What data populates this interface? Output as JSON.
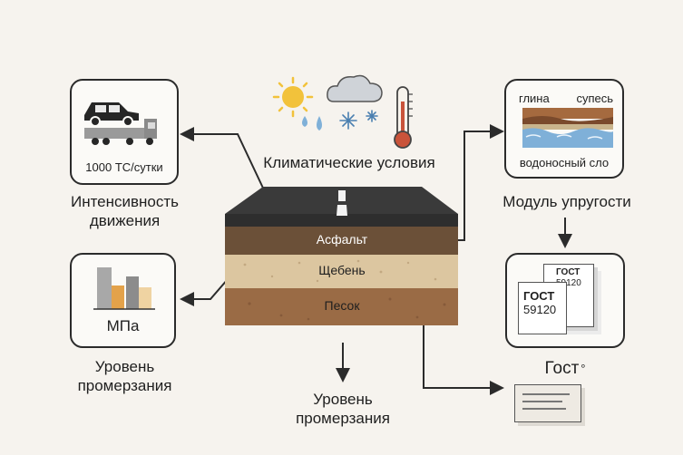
{
  "traffic": {
    "count": "1000 ТС/сутки",
    "title_line1": "Интенсивность",
    "title_line2": "движения"
  },
  "climate": {
    "title": "Климатические условия"
  },
  "soil": {
    "label_left": "глина",
    "label_right": "супесь",
    "label_bottom": "водоносный сло",
    "title": "Модуль упругости"
  },
  "road": {
    "layers": [
      "Асфальт",
      "Щебень",
      "Песок"
    ]
  },
  "chart_card": {
    "unit": "МПа",
    "title_line1": "Уровень",
    "title_line2": "промерзания"
  },
  "bottom": {
    "title_line1": "Уровень",
    "title_line2": "промерзания"
  },
  "gost": {
    "doc1_line1": "ГОСТ",
    "doc1_line2": "59120",
    "doc2_line1": "ГОСТ",
    "doc2_line2": "59120",
    "title": "Гост",
    "title_suffix": "°"
  },
  "colors": {
    "asphalt": "#3a3a3a",
    "asphalt_layer": "#6b5038",
    "gravel": "#dcc6a0",
    "sand": "#9a6b45",
    "sun": "#f2c23b",
    "drop": "#7fb0d8",
    "thermo_red": "#c9533a"
  }
}
